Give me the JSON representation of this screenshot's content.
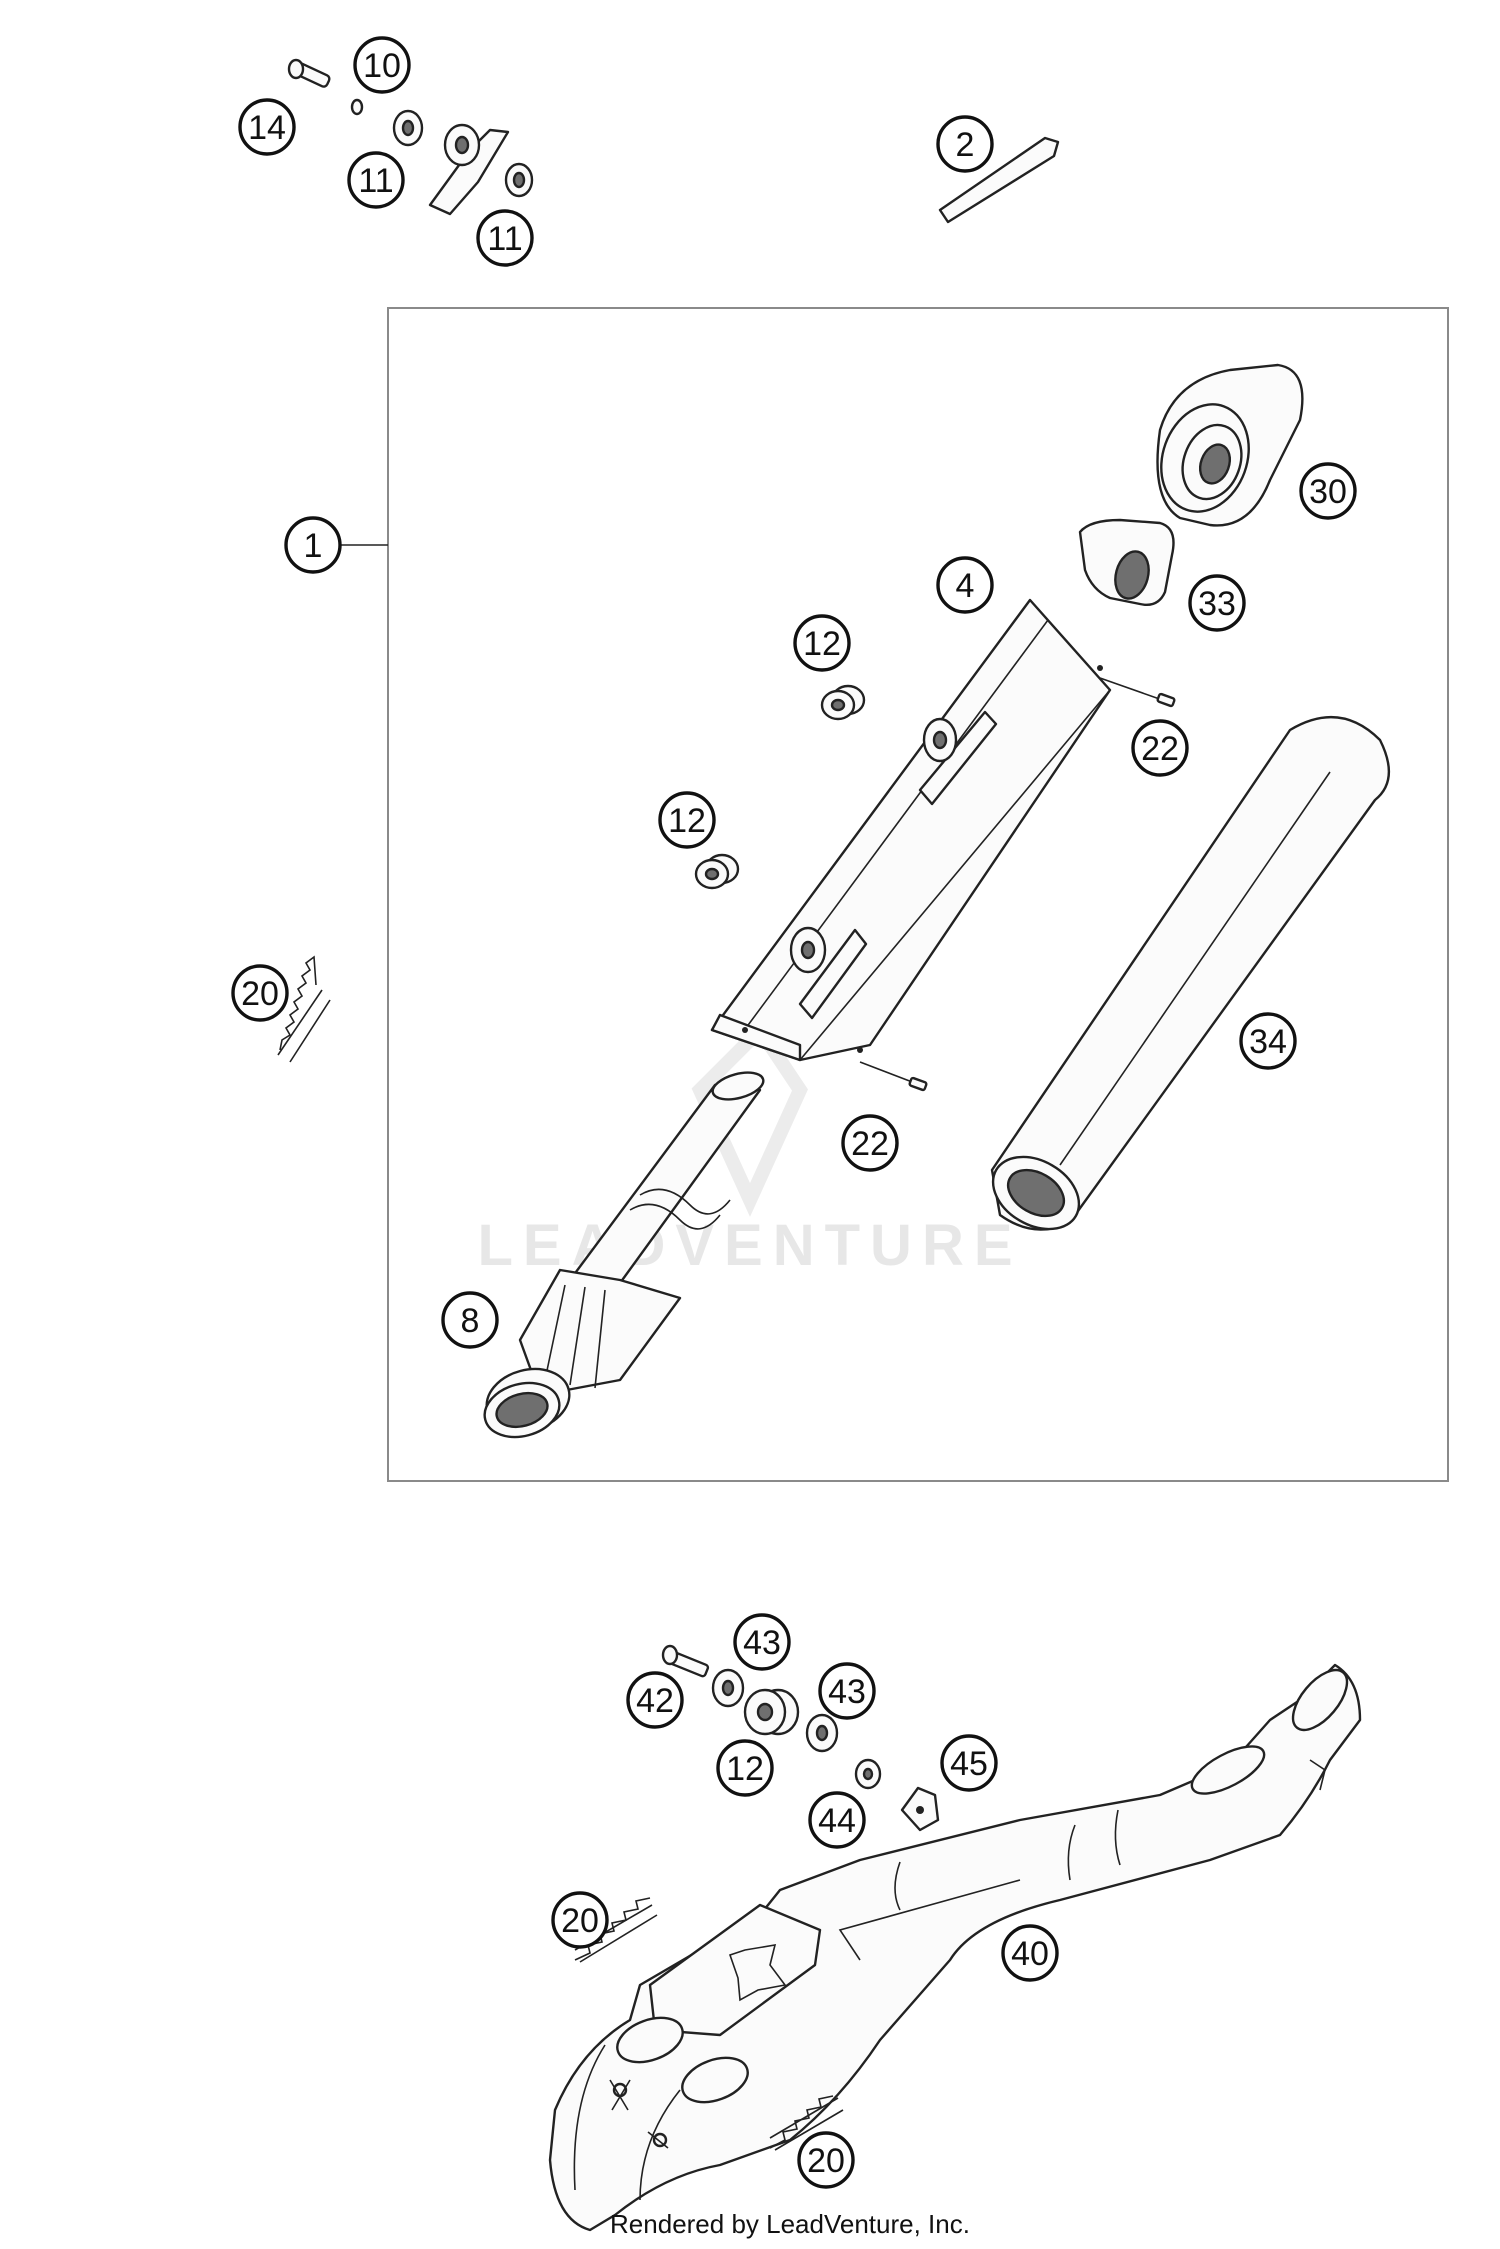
{
  "watermark": "LEADVENTURE",
  "credit": "Rendered by LeadVenture, Inc.",
  "callouts": [
    {
      "label": "10"
    },
    {
      "label": "14"
    },
    {
      "label": "11"
    },
    {
      "label": "11"
    },
    {
      "label": "2"
    },
    {
      "label": "1"
    },
    {
      "label": "30"
    },
    {
      "label": "33"
    },
    {
      "label": "4"
    },
    {
      "label": "12"
    },
    {
      "label": "22"
    },
    {
      "label": "12"
    },
    {
      "label": "20"
    },
    {
      "label": "34"
    },
    {
      "label": "22"
    },
    {
      "label": "8"
    },
    {
      "label": "43"
    },
    {
      "label": "42"
    },
    {
      "label": "43"
    },
    {
      "label": "12"
    },
    {
      "label": "45"
    },
    {
      "label": "44"
    },
    {
      "label": "20"
    },
    {
      "label": "40"
    },
    {
      "label": "20"
    }
  ]
}
